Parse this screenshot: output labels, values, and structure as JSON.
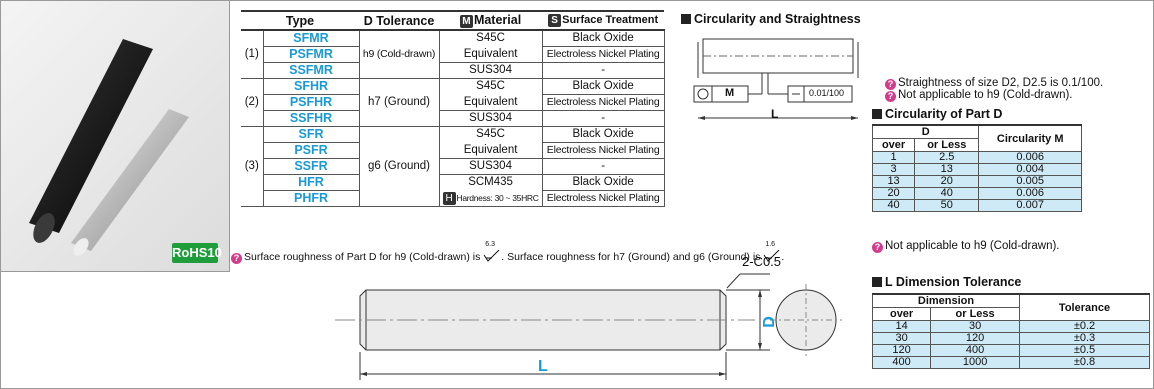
{
  "spec_table": {
    "headers": {
      "type": "Type",
      "tolerance": "D Tolerance",
      "material_badge": "M",
      "material": "Material",
      "surface_badge": "S",
      "surface": "Surface Treatment"
    },
    "groups": [
      {
        "group": "(1)",
        "tolerance": "h9 (Cold-drawn)",
        "rows": [
          {
            "pn": "SFMR",
            "material": "S45C",
            "surface": "Black Oxide"
          },
          {
            "pn": "PSFMR",
            "material": "Equivalent",
            "surface": "Electroless Nickel Plating"
          },
          {
            "pn": "SSFMR",
            "material": "SUS304",
            "surface": "-"
          }
        ]
      },
      {
        "group": "(2)",
        "tolerance": "h7 (Ground)",
        "rows": [
          {
            "pn": "SFHR",
            "material": "S45C",
            "surface": "Black Oxide"
          },
          {
            "pn": "PSFHR",
            "material": "Equivalent",
            "surface": "Electroless Nickel Plating"
          },
          {
            "pn": "SSFHR",
            "material": "SUS304",
            "surface": "-"
          }
        ]
      },
      {
        "group": "(3)",
        "tolerance": "g6 (Ground)",
        "rows": [
          {
            "pn": "SFR",
            "material": "S45C",
            "surface": "Black Oxide"
          },
          {
            "pn": "PSFR",
            "material": "Equivalent",
            "surface": "Electroless Nickel Plating"
          },
          {
            "pn": "SSFR",
            "material": "SUS304",
            "surface": "-"
          },
          {
            "pn": "HFR",
            "material": "SCM435",
            "surface": "Black Oxide"
          },
          {
            "pn": "PHFR",
            "material_badge": "H",
            "material": "Hardness: 30 ~ 35HRC",
            "surface": "Electroless Nickel Plating"
          }
        ]
      }
    ]
  },
  "rohs": "RoHS10",
  "roughness_note": {
    "text1": "Surface roughness of Part D for h9 (Cold-drawn) is",
    "val1": "6.3",
    "text2": ". Surface roughness for h7 (Ground) and g6 (Ground) is",
    "val2": "1.6",
    "text3": "."
  },
  "circularity_straightness": {
    "title": "Circularity and Straightness",
    "m_label": "M",
    "straight_val": "0.01/100",
    "l_label": "L",
    "note1": "Straightness of size D2, D2.5 is 0.1/100.",
    "note2": "Not applicable to h9 (Cold-drawn)."
  },
  "circularity_part_d": {
    "title": "Circularity of Part D",
    "d_header": "D",
    "over": "over",
    "or_less": "or Less",
    "circ_header": "Circularity M",
    "rows": [
      [
        "1",
        "2.5",
        "0.006"
      ],
      [
        "3",
        "13",
        "0.004"
      ],
      [
        "13",
        "20",
        "0.005"
      ],
      [
        "20",
        "40",
        "0.006"
      ],
      [
        "40",
        "50",
        "0.007"
      ]
    ],
    "note": "Not applicable to h9 (Cold-drawn)."
  },
  "l_tolerance": {
    "title": "L Dimension Tolerance",
    "dim_header": "Dimension",
    "over": "over",
    "or_less": "or Less",
    "tol_header": "Tolerance",
    "rows": [
      [
        "14",
        "30",
        "±0.2"
      ],
      [
        "30",
        "120",
        "±0.3"
      ],
      [
        "120",
        "400",
        "±0.5"
      ],
      [
        "400",
        "1000",
        "±0.8"
      ]
    ]
  },
  "drawing": {
    "chamfer": "2-C0.5",
    "d_label": "D",
    "l_label": "L"
  }
}
